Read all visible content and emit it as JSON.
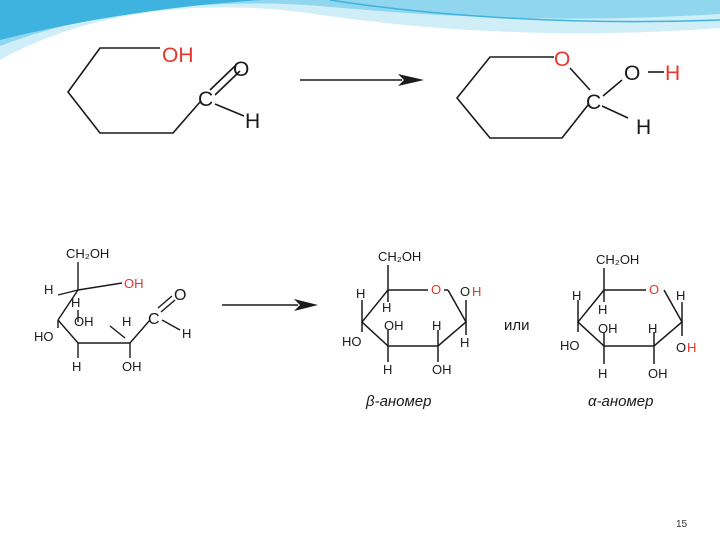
{
  "colors": {
    "oxygen": "#e8352d",
    "ink": "#1a1a1a",
    "wave_light": "#cfeef8",
    "wave_mid": "#8fd6ee",
    "wave_dark": "#3fb3e0"
  },
  "top": {
    "open_chain": {
      "oh": "OH",
      "o": "O",
      "c": "C",
      "h": "H"
    },
    "ring": {
      "o_ring": "O",
      "o": "O",
      "h_oh": "H",
      "c": "C",
      "h": "H"
    }
  },
  "open_glucose": {
    "ch2oh": "CH₂OH",
    "oh_red": "OH",
    "h1": "H",
    "h2": "H",
    "oh_mid": "OH",
    "h_mid": "H",
    "ho": "HO",
    "h_bottom": "H",
    "oh_bottom": "OH",
    "c": "C",
    "o": "O",
    "h_ald": "H"
  },
  "beta": {
    "ch2oh": "CH₂OH",
    "o_ring": "O",
    "o_oh": "O",
    "h_oh": "H",
    "h_left1": "H",
    "h_left2": "H",
    "oh_in": "OH",
    "h_in": "H",
    "h_right": "H",
    "ho": "HO",
    "h_bottom": "H",
    "oh_bottom": "OH",
    "caption": "-аномер",
    "caption_greek": "β"
  },
  "or_label": "или",
  "alpha": {
    "ch2oh": "CH₂OH",
    "o_ring": "O",
    "h_right": "H",
    "h_left1": "H",
    "h_left2": "H",
    "oh_in": "OH",
    "h_in": "H",
    "ho": "HO",
    "o_oh": "O",
    "h_oh": "H",
    "h_bottom": "H",
    "oh_bottom": "OH",
    "caption": "-аномер",
    "caption_greek": "α"
  },
  "page_number": "15"
}
